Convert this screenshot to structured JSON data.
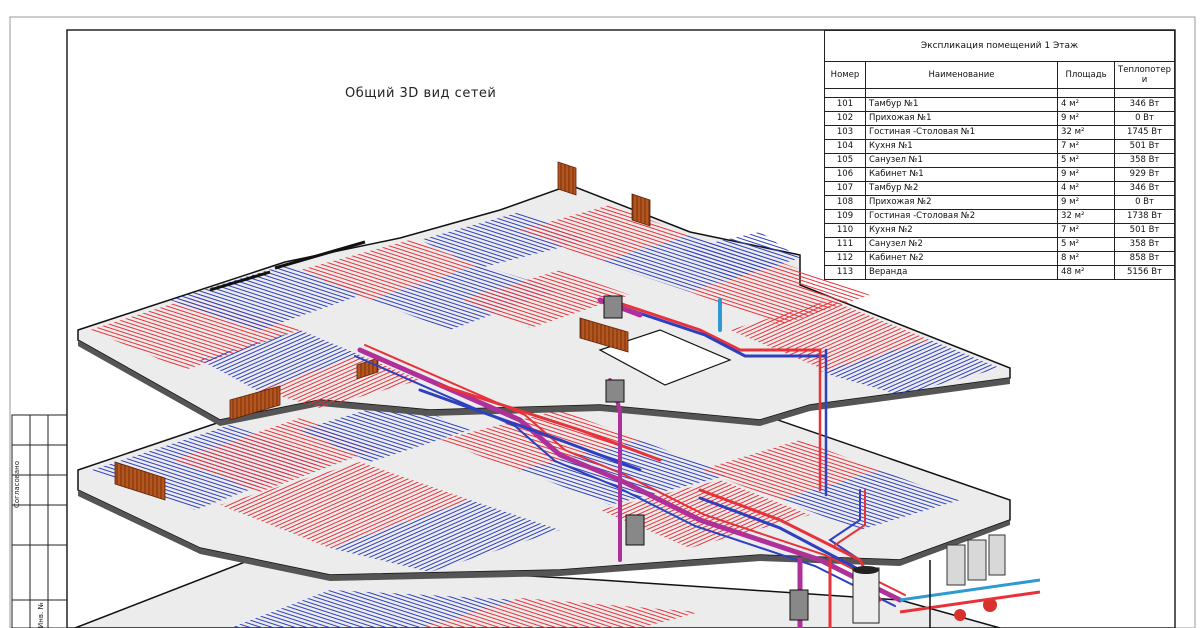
{
  "drawing": {
    "title": "Общий 3D вид сетей",
    "stamp_label": "Согласовано",
    "stamp_label2": "Инв. №"
  },
  "explication": {
    "caption": "Экспликация помещений 1 Этаж",
    "headers": [
      "Номер",
      "Наименование",
      "Площадь",
      "Теплопотер\nи"
    ],
    "rows": [
      {
        "num": "101",
        "name": "Тамбур №1",
        "area": "4 м²",
        "power": "346 Вт"
      },
      {
        "num": "102",
        "name": "Прихожая №1",
        "area": "9 м²",
        "power": "0 Вт"
      },
      {
        "num": "103",
        "name": "Гостиная -Столовая №1",
        "area": "32 м²",
        "power": "1745 Вт"
      },
      {
        "num": "104",
        "name": "Кухня №1",
        "area": "7 м²",
        "power": "501 Вт"
      },
      {
        "num": "105",
        "name": "Санузел №1",
        "area": "5 м²",
        "power": "358 Вт"
      },
      {
        "num": "106",
        "name": "Кабинет №1",
        "area": "9 м²",
        "power": "929 Вт"
      },
      {
        "num": "107",
        "name": "Тамбур №2",
        "area": "4 м²",
        "power": "346 Вт"
      },
      {
        "num": "108",
        "name": "Прихожая №2",
        "area": "9 м²",
        "power": "0 Вт"
      },
      {
        "num": "109",
        "name": "Гостиная -Столовая №2",
        "area": "32 м²",
        "power": "1738 Вт"
      },
      {
        "num": "110",
        "name": "Кухня №2",
        "area": "7 м²",
        "power": "501 Вт"
      },
      {
        "num": "111",
        "name": "Санузел №2",
        "area": "5 м²",
        "power": "358 Вт"
      },
      {
        "num": "112",
        "name": "Кабинет №2",
        "area": "8 м²",
        "power": "858 Вт"
      },
      {
        "num": "113",
        "name": "Веранда",
        "area": "48 м²",
        "power": "5156 Вт"
      }
    ]
  },
  "colors": {
    "supply": "#e8323a",
    "return": "#2e3fbf",
    "riser": "#b0309a",
    "slab": "#ececec",
    "frame": "#222222"
  }
}
